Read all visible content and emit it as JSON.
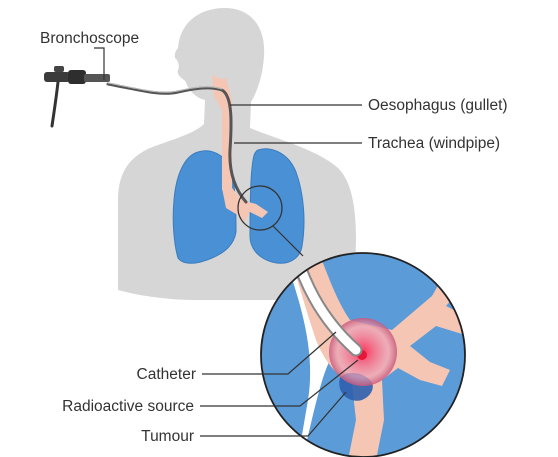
{
  "labels": {
    "bronchoscope": "Bronchoscope",
    "oesophagus": "Oesophagus (gullet)",
    "trachea": "Trachea (windpipe)",
    "catheter": "Catheter",
    "radioactive_source": "Radioactive source",
    "tumour": "Tumour"
  },
  "colors": {
    "body": "#d6d6d6",
    "lung": "#4a90d4",
    "airway": "#f6c6b4",
    "tumour": "#d2396a",
    "source": "#e8143a",
    "line": "#333333"
  }
}
